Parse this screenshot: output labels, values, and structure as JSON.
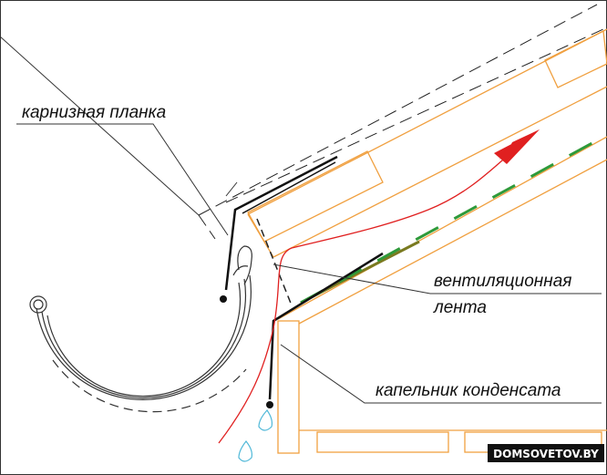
{
  "diagram": {
    "labels": {
      "eaves_strip": "карнизная планка",
      "vent_tape_line1": "вентиляционная",
      "vent_tape_line2": "лента",
      "drip_edge": "капельник конденсата"
    },
    "watermark": "DOMSOVETOV.BY",
    "colors": {
      "outline": "#333333",
      "timber": "#f0a040",
      "metal": "#111111",
      "airflow": "#e02020",
      "tape": "#2e9a3a",
      "water": "#4fb8d8",
      "watermark_bg": "#111111"
    }
  }
}
